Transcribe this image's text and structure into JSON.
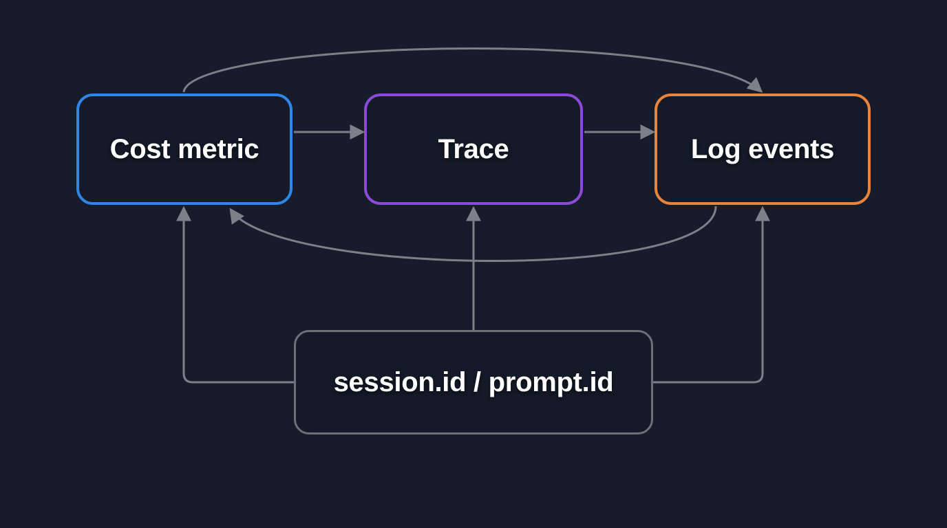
{
  "diagram": {
    "nodes": {
      "cost_metric": {
        "label": "Cost metric",
        "border_color": "#2f86e6"
      },
      "trace": {
        "label": "Trace",
        "border_color": "#8b4bd8"
      },
      "log_events": {
        "label": "Log events",
        "border_color": "#e8843b"
      },
      "session": {
        "label": "session.id / prompt.id",
        "border_color": "#6b7079"
      }
    },
    "edges": [
      {
        "from": "Cost metric",
        "to": "Trace"
      },
      {
        "from": "Trace",
        "to": "Log events"
      },
      {
        "from": "Cost metric",
        "to": "Log events"
      },
      {
        "from": "Log events",
        "to": "Cost metric"
      },
      {
        "from": "session.id / prompt.id",
        "to": "Cost metric"
      },
      {
        "from": "session.id / prompt.id",
        "to": "Trace"
      },
      {
        "from": "session.id / prompt.id",
        "to": "Log events"
      }
    ],
    "colors": {
      "background": "#161c2b",
      "edge": "#7c8089"
    }
  }
}
